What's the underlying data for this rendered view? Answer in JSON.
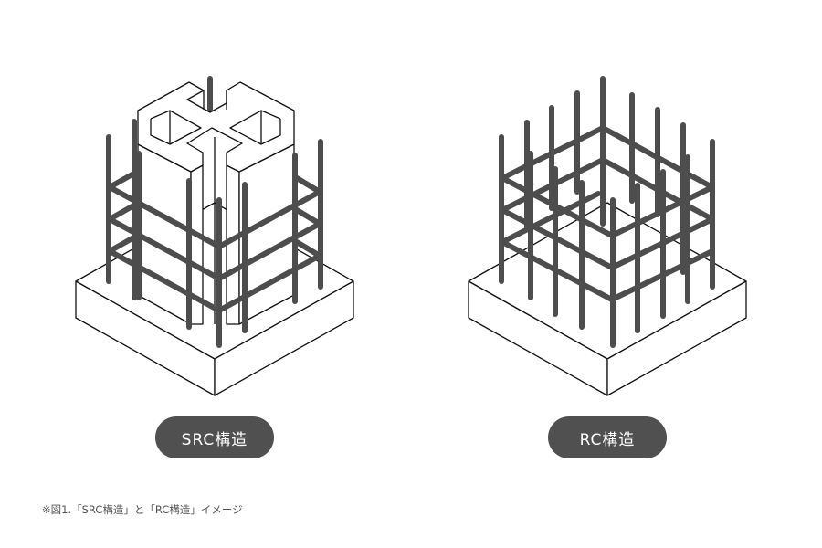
{
  "figure": {
    "caption": "※図1.「SRC構造」と「RC構造」イメージ",
    "panels": [
      {
        "id": "src",
        "label": "SRC構造",
        "description": "Steel-reinforced concrete column: cross-shaped steel core with surrounding rebar cage on a concrete base"
      },
      {
        "id": "rc",
        "label": "RC構造",
        "description": "Reinforced concrete column: rebar cage only on a concrete base"
      }
    ]
  },
  "colors": {
    "rebar": "#4d4d4d",
    "outline": "#111111",
    "pill_bg": "#505050",
    "pill_text": "#ffffff",
    "caption_text": "#555555",
    "background": "#ffffff"
  }
}
